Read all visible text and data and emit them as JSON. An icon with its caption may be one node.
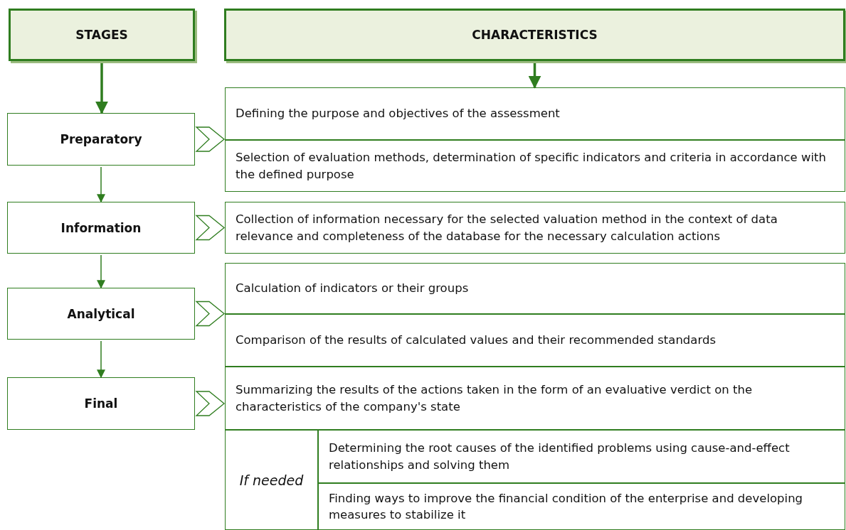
{
  "diagram": {
    "nodes": [
      {
        "text": [
          "STAGES"
        ]
      },
      {
        "text": [
          "CHARACTERISTICS"
        ]
      },
      {
        "text": [
          "Preparatory"
        ]
      },
      {
        "text": [
          "Information"
        ]
      },
      {
        "text": [
          "Analytical"
        ]
      },
      {
        "text": [
          "Final"
        ]
      },
      {
        "text": [],
        "shape": "box"
      },
      {
        "text": [
          "Defining the purpose and objectives of the assessment"
        ],
        "in": 6
      },
      {
        "text": [
          "Selection of evaluation methods, determination of specific indicators and criteria in accordance with the defined purpose"
        ],
        "in": 6
      },
      {
        "text": [
          "Collection of information necessary for the selected valuation method in the context of data relevance and completeness of the database for the necessary calculation actions"
        ]
      },
      {
        "text": [],
        "shape": "box"
      },
      {
        "text": [
          "Calculation of indicators or their groups"
        ],
        "in": 10
      },
      {
        "text": [
          "Comparison of the results of calculated values and their recommended standards"
        ],
        "in": 10
      },
      {
        "text": [],
        "shape": "box"
      },
      {
        "text": [
          "Summarizing the results of the actions taken in the form of an evaluative verdict on the characteristics of the company's state"
        ],
        "in": 13
      },
      {
        "text": [
          "If needed"
        ],
        "in": 13
      },
      {
        "text": [
          "Determining the root causes of the identified problems using cause-and-effect relationships and solving them"
        ],
        "in": 13
      },
      {
        "text": [
          "Finding ways to improve the financial condition of the enterprise and developing measures to stabilize it"
        ],
        "in": 13
      }
    ],
    "edges": [
      {
        "from": 0,
        "to": 2,
        "arrow": "to",
        "style": "thick"
      },
      {
        "from": 1,
        "to": 6,
        "arrow": "to",
        "style": "thick"
      },
      {
        "from": 2,
        "to": 3,
        "arrow": "to"
      },
      {
        "from": 3,
        "to": 4,
        "arrow": "to"
      },
      {
        "from": 4,
        "to": 5,
        "arrow": "to"
      },
      {
        "from": 2,
        "to": 6,
        "arrow": "to"
      },
      {
        "from": 3,
        "to": 9,
        "arrow": "to"
      },
      {
        "from": 4,
        "to": 10,
        "arrow": "to"
      },
      {
        "from": 5,
        "to": 13,
        "arrow": "to"
      }
    ]
  }
}
